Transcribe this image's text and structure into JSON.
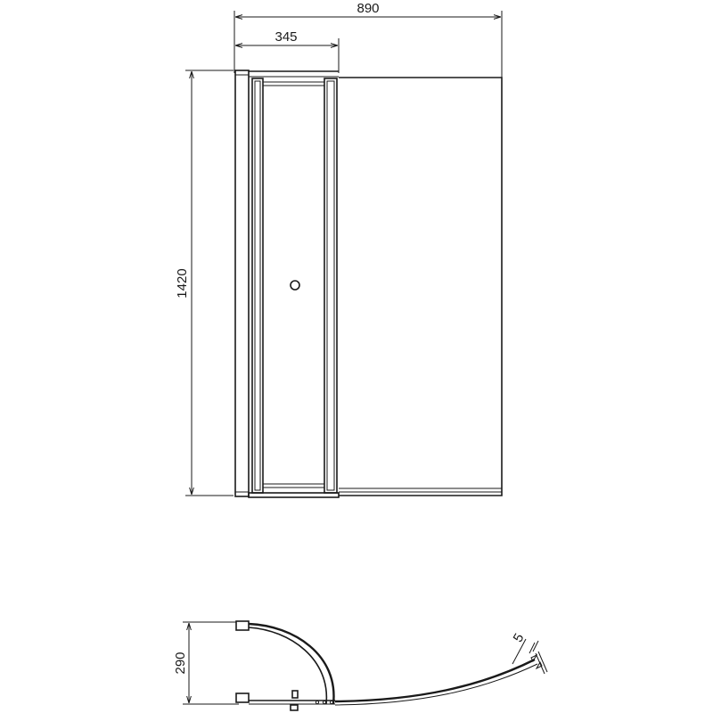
{
  "dimensions": {
    "overall_width": "890",
    "pivot_panel_width": "345",
    "height": "1420",
    "plan_depth": "290",
    "glass_thickness": "5"
  },
  "colors": {
    "line": "#1a1a1a",
    "background": "#ffffff"
  }
}
